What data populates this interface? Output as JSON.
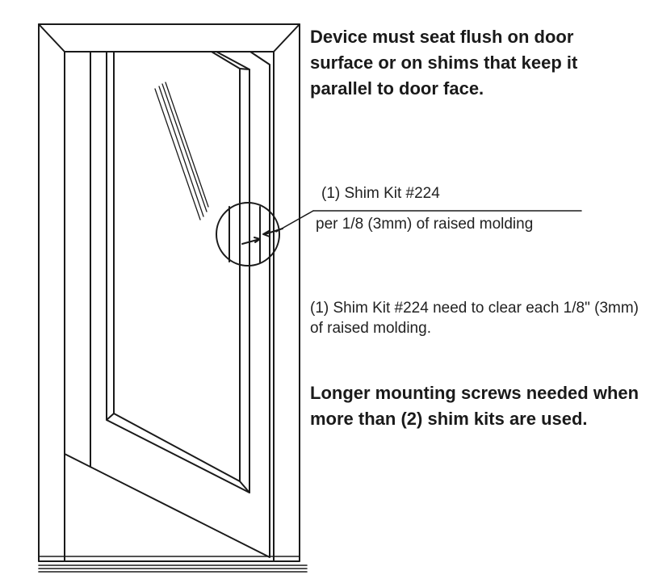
{
  "notes": {
    "flush": "Device must seat flush on door surface or on shims that keep it parallel to door face.",
    "callout_line1": "(1) Shim Kit #224",
    "callout_line2": "per 1/8 (3mm) of raised molding",
    "shim_each": "(1) Shim Kit #224 need to clear each 1/8\" (3mm) of raised molding.",
    "longer_screws": "Longer mounting screws needed when more than (2) shim kits are used."
  },
  "colors": {
    "line": "#1a1a1a",
    "background": "#ffffff"
  }
}
